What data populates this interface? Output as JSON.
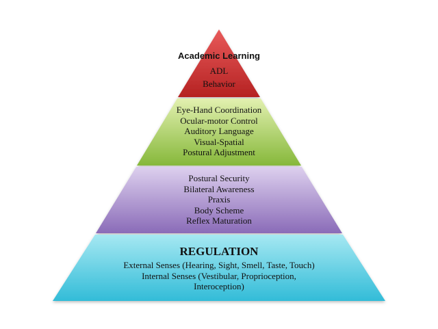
{
  "tiers": [
    {
      "title": "Academic Learning",
      "items": [
        "ADL",
        "Behavior"
      ],
      "color_top": "#e85a5a",
      "color_bottom": "#b52222"
    },
    {
      "title": "",
      "items": [
        "Eye-Hand Coordination",
        "Ocular-motor Control",
        "Auditory Language",
        "Visual-Spatial",
        "Postural Adjustment"
      ],
      "color_top": "#e2f0b0",
      "color_bottom": "#86b83a"
    },
    {
      "title": "",
      "items": [
        "Postural Security",
        "Bilateral Awareness",
        "Praxis",
        "Body Scheme",
        "Reflex Maturation"
      ],
      "color_top": "#ddd0ee",
      "color_bottom": "#8a6bb8"
    },
    {
      "title": "REGULATION",
      "items": [
        "External Senses (Hearing, Sight, Smell, Taste, Touch)",
        "Internal Senses (Vestibular, Proprioception,",
        "Interoception)"
      ],
      "color_top": "#a6e8f2",
      "color_bottom": "#32bcd8"
    }
  ]
}
